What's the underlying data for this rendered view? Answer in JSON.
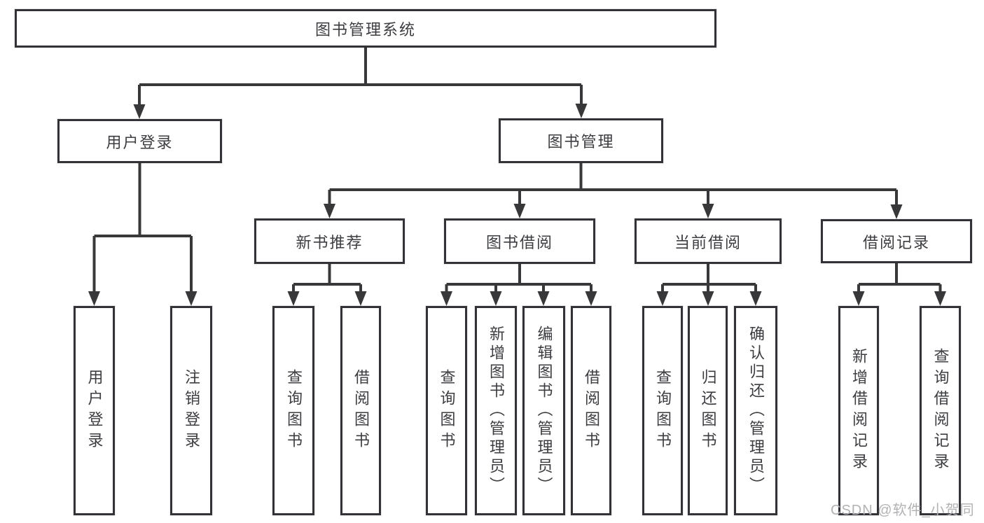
{
  "diagram": {
    "root": "图书管理系统",
    "user_login": {
      "label": "用户登录",
      "children": [
        "用户登录",
        "注销登录"
      ]
    },
    "book_mgmt": {
      "label": "图书管理",
      "new_books": {
        "label": "新书推荐",
        "children": [
          "查询图书",
          "借阅图书"
        ]
      },
      "borrow": {
        "label": "图书借阅",
        "children": [
          "查询图书",
          "新增图书（管理员）",
          "编辑图书（管理员）",
          "借阅图书"
        ]
      },
      "current": {
        "label": "当前借阅",
        "children": [
          "查询图书",
          "归还图书",
          "确认归还（管理员）"
        ]
      },
      "records": {
        "label": "借阅记录",
        "children": [
          "新增借阅记录",
          "查询借阅记录"
        ]
      }
    }
  },
  "watermark": "CSDN @软件_小贺同学",
  "colors": {
    "line": "#38383a",
    "box_border": "#333337",
    "text": "#3c3d41",
    "watermark": "#b2b2b5",
    "background": "#ffffff"
  }
}
